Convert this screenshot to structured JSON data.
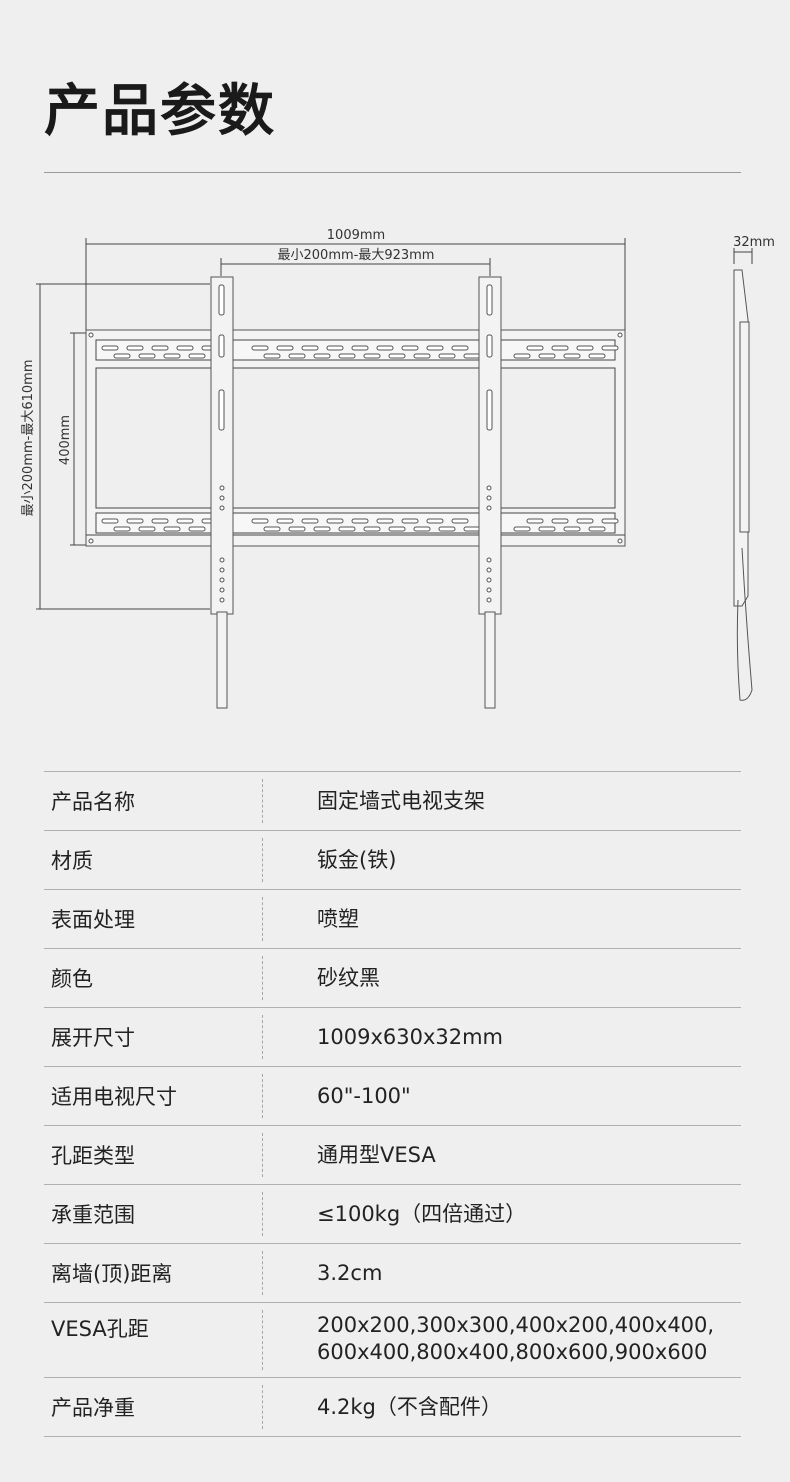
{
  "title": "产品参数",
  "dimensions": {
    "total_width": "1009mm",
    "adjust_width": "最小200mm-最大923mm",
    "depth": "32mm",
    "frame_height": "400mm",
    "adjust_height": "最小200mm-最大610mm"
  },
  "specs": [
    {
      "label": "产品名称",
      "value": "固定墙式电视支架"
    },
    {
      "label": "材质",
      "value": "钣金(铁)"
    },
    {
      "label": "表面处理",
      "value": "喷塑"
    },
    {
      "label": "颜色",
      "value": "砂纹黑"
    },
    {
      "label": "展开尺寸",
      "value": "1009x630x32mm"
    },
    {
      "label": "适用电视尺寸",
      "value": "60\"-100\""
    },
    {
      "label": "孔距类型",
      "value": "通用型VESA"
    },
    {
      "label": "承重范围",
      "value": "≤100kg（四倍通过）"
    },
    {
      "label": "离墙(顶)距离",
      "value": "3.2cm"
    },
    {
      "label": "VESA孔距",
      "value_lines": [
        "200x200,300x300,400x200,400x400,",
        "600x400,800x400,800x600,900x600"
      ]
    },
    {
      "label": "产品净重",
      "value": "4.2kg（不含配件）"
    }
  ]
}
